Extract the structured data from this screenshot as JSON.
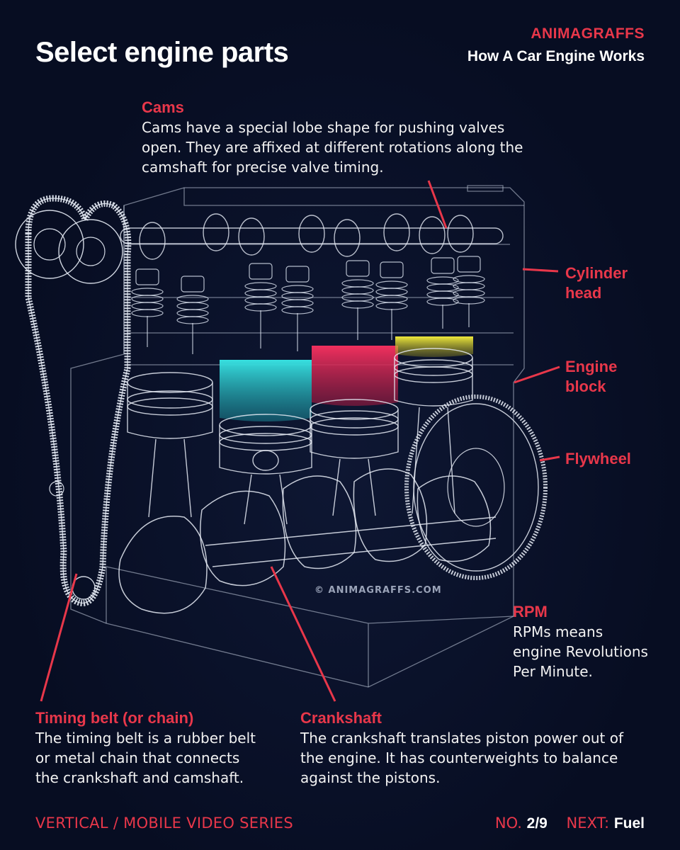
{
  "header": {
    "title": "Select engine parts",
    "brand": "ANIMAGRAFFS",
    "series_title": "How A Car Engine Works"
  },
  "parts": {
    "cams": {
      "label": "Cams",
      "description": "Cams have a special lobe shape for pushing valves open. They are affixed at different rotations along the camshaft for precise valve timing."
    },
    "cylinder_head": {
      "label_line1": "Cylinder",
      "label_line2": "head"
    },
    "engine_block": {
      "label_line1": "Engine",
      "label_line2": "block"
    },
    "flywheel": {
      "label": "Flywheel"
    },
    "rpm": {
      "label": "RPM",
      "line1": "RPMs means",
      "line2": "engine Revolutions",
      "line3": "Per Minute."
    },
    "timing_belt": {
      "label": "Timing belt (or chain)",
      "line1": "The timing belt is a rubber belt",
      "line2": "or metal chain that connects",
      "line3": "the crankshaft and camshaft."
    },
    "crankshaft": {
      "label": "Crankshaft",
      "line1": "The crankshaft translates piston power out of",
      "line2": "the engine. It has counterweights to balance",
      "line3": "against the pistons."
    }
  },
  "watermark": "© ANIMAGRAFFS.COM",
  "footer": {
    "series": "VERTICAL / MOBILE VIDEO SERIES",
    "number_prefix": "NO.",
    "number": "2/9",
    "next_prefix": "NEXT:",
    "next": "Fuel"
  },
  "colors": {
    "background": "#070d22",
    "accent": "#e8374a",
    "piston_cyan": "#2fd3d3",
    "piston_red": "#e02a55",
    "piston_yellow": "#e6e03a"
  }
}
